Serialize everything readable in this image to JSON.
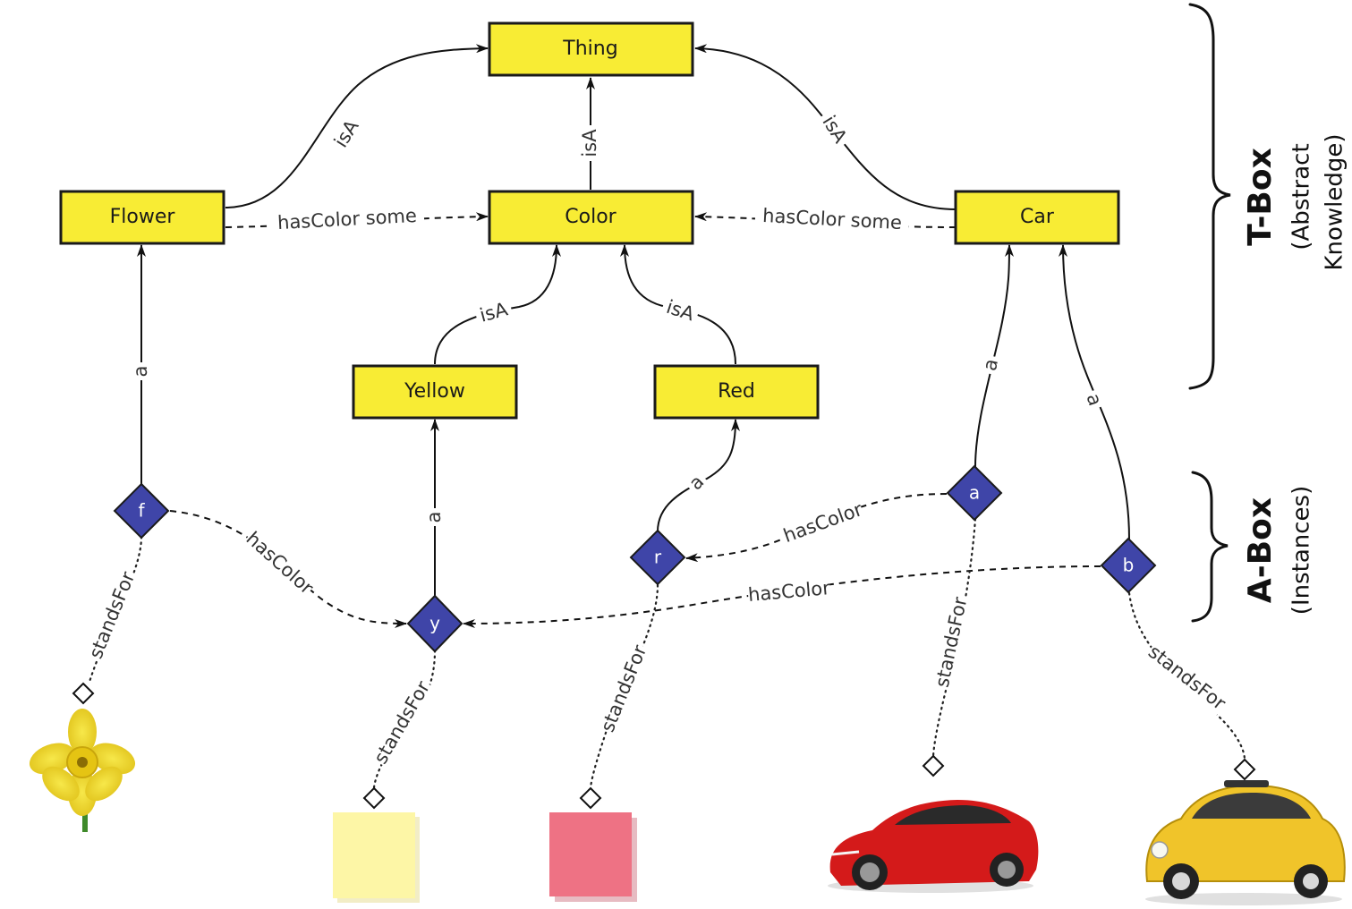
{
  "classes": {
    "thing": "Thing",
    "flower": "Flower",
    "color": "Color",
    "car": "Car",
    "yellow": "Yellow",
    "red": "Red"
  },
  "instances": {
    "f": "f",
    "y": "y",
    "r": "r",
    "a": "a",
    "b": "b"
  },
  "edge_labels": {
    "flower_isA": "isA",
    "color_isA": "isA",
    "car_isA": "isA",
    "flower_hasColor_some": "hasColor some",
    "car_hasColor_some": "hasColor some",
    "yellow_isA": "isA",
    "red_isA": "isA",
    "f_a": "a",
    "y_a": "a",
    "r_a": "a",
    "a_a": "a",
    "b_a": "a",
    "f_hasColor": "hasColor",
    "a_hasColor": "hasColor",
    "b_hasColor": "hasColor",
    "f_standsFor": "standsFor",
    "y_standsFor": "standsFor",
    "r_standsFor": "standsFor",
    "a_standsFor": "standsFor",
    "b_standsFor": "standsFor"
  },
  "side_labels": {
    "tbox_title": "T-Box",
    "tbox_sub_1": "(Abstract",
    "tbox_sub_2": "Knowledge)",
    "abox_title": "A-Box",
    "abox_sub": "(Instances)"
  },
  "colors": {
    "class_fill": "#f8ec34",
    "instance_fill": "#3f45a8",
    "yellow_note": "#fdf6a6",
    "red_note": "#ee7284"
  },
  "images": [
    "daffodil",
    "yellow-sticky-note",
    "red-sticky-note",
    "red-sports-car",
    "yellow-fiat-500"
  ]
}
